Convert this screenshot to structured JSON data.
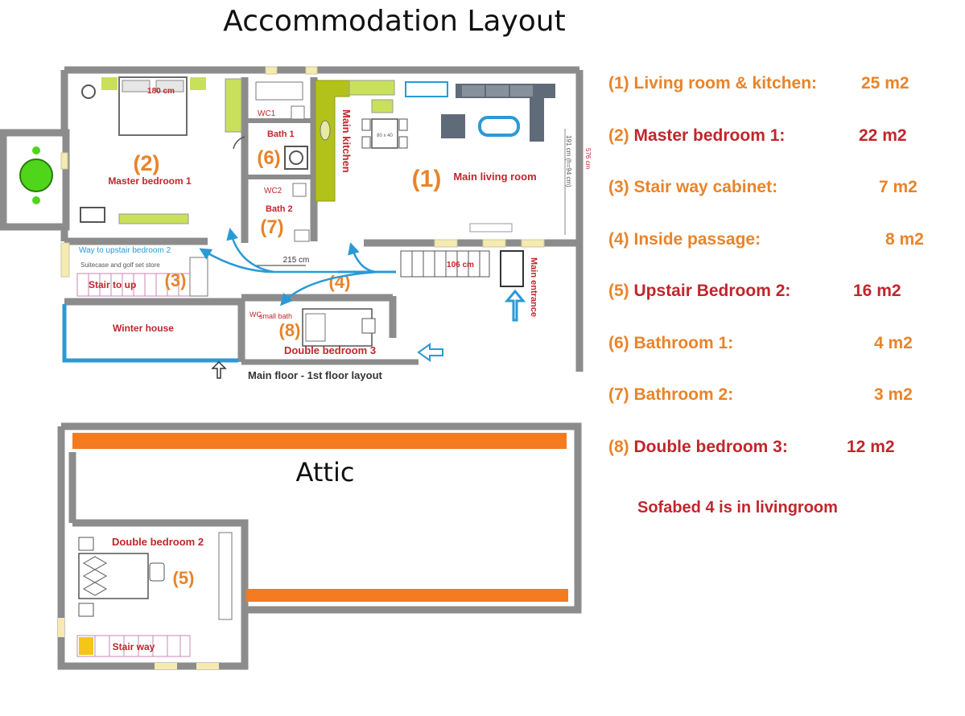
{
  "title": "Accommodation Layout",
  "legend": [
    {
      "num": "(1)",
      "name": "Living room & kitchen:",
      "area": "25 m2",
      "red": false
    },
    {
      "num": "(2)",
      "name": "Master bedroom 1:",
      "area": "22 m2",
      "red": true
    },
    {
      "num": "(3)",
      "name": "Stair way cabinet:",
      "area": "7 m2",
      "red": false
    },
    {
      "num": "(4)",
      "name": "Inside passage:",
      "area": "8 m2",
      "red": false
    },
    {
      "num": "(5)",
      "name": "Upstair Bedroom 2:",
      "area": "16 m2",
      "red": true
    },
    {
      "num": "(6)",
      "name": "Bathroom 1:",
      "area": "4 m2",
      "red": false
    },
    {
      "num": "(7)",
      "name": "Bathroom 2:",
      "area": "3 m2",
      "red": false
    },
    {
      "num": "(8)",
      "name": "Double bedroom 3:",
      "area": "12 m2",
      "red": true
    }
  ],
  "sofabed_note": "Sofabed 4 is in livingroom",
  "plan": {
    "master_number": "(2)",
    "master_label": "Master bedroom 1",
    "bed_width": "180 cm",
    "wc1": "WC1",
    "bath1": "Bath 1",
    "bath1_number": "(6)",
    "wc2": "WC2",
    "bath2": "Bath 2",
    "bath2_number": "(7)",
    "kitchen_label": "Main kitchen",
    "living_number": "(1)",
    "living_label": "Main living room",
    "table_dim": "80 x 40",
    "dim_191": "191 cm (h=94 cm)",
    "dim_576": "576 cm",
    "upstair_way": "Way to upstair bedroom 2",
    "store_note": "Suitecase and golf set store",
    "stair_label": "Stair to up",
    "stair_number": "(3)",
    "dim_215": "215 cm",
    "passage_number": "(4)",
    "dim_106": "106 cm",
    "main_entrance": "Main entrance",
    "winter_house": "Winter house",
    "wc_small": "WC",
    "small_bath": "small bath",
    "double3_number": "(8)",
    "double3_label": "Double bedroom 3",
    "floor_caption": "Main floor - 1st floor layout",
    "attic_label": "Attic",
    "double2_label": "Double bedroom 2",
    "double2_number": "(5)",
    "stairway_label": "Stair way"
  },
  "colors": {
    "wall": "#8c8c8c",
    "orange_label": "#e8842a",
    "red_label": "#c0262c",
    "blue_arrow": "#2a9ad6",
    "kitchen_green": "#b3c21a",
    "attic_orange": "#f47b20",
    "window_yellow": "#f5eab0",
    "furniture_green": "#c9e05a",
    "sofa_grey": "#5f6b78"
  }
}
